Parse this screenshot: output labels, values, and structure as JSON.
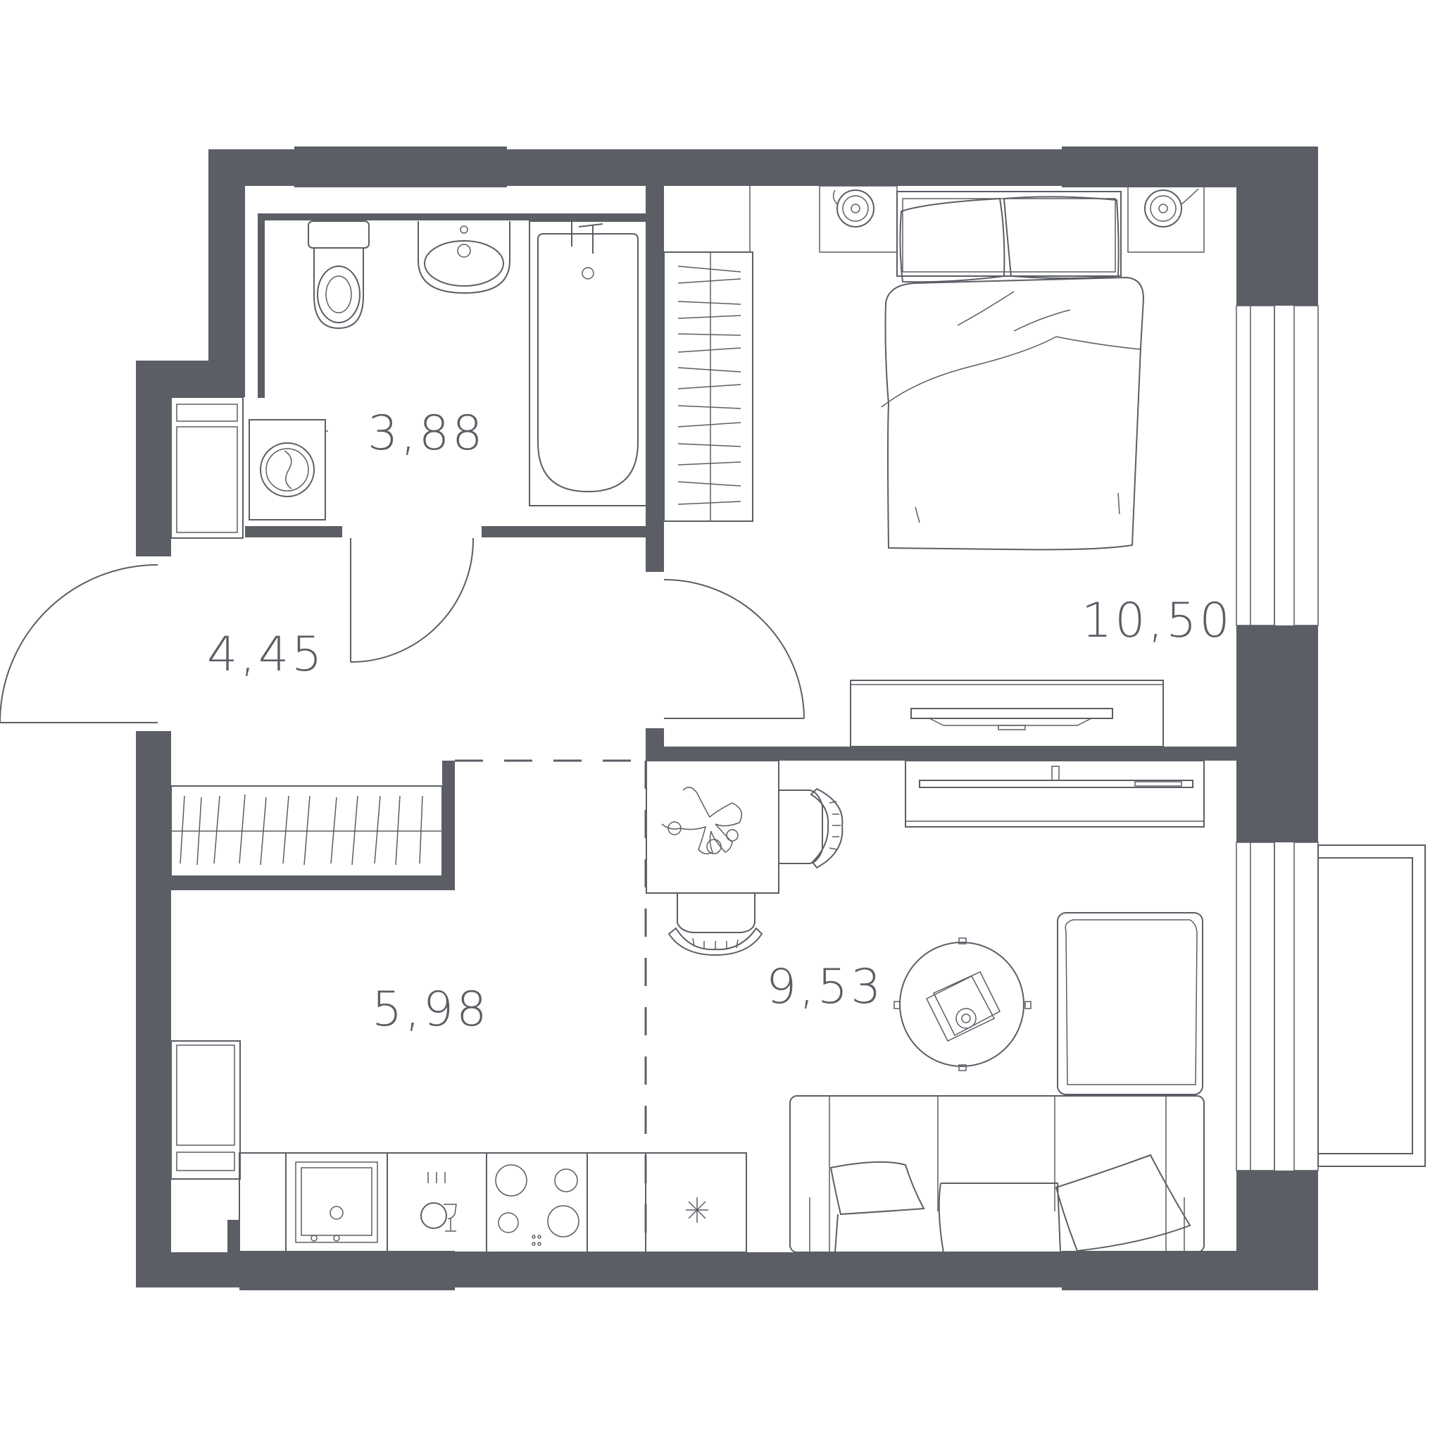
{
  "plan": {
    "wall_color": "#5b5e65",
    "rooms": [
      {
        "id": "bathroom",
        "area": "3,88"
      },
      {
        "id": "bedroom",
        "area": "10,50"
      },
      {
        "id": "hallway",
        "area": "4,45"
      },
      {
        "id": "kitchen",
        "area": "5,98"
      },
      {
        "id": "living-room",
        "area": "9,53"
      }
    ]
  }
}
